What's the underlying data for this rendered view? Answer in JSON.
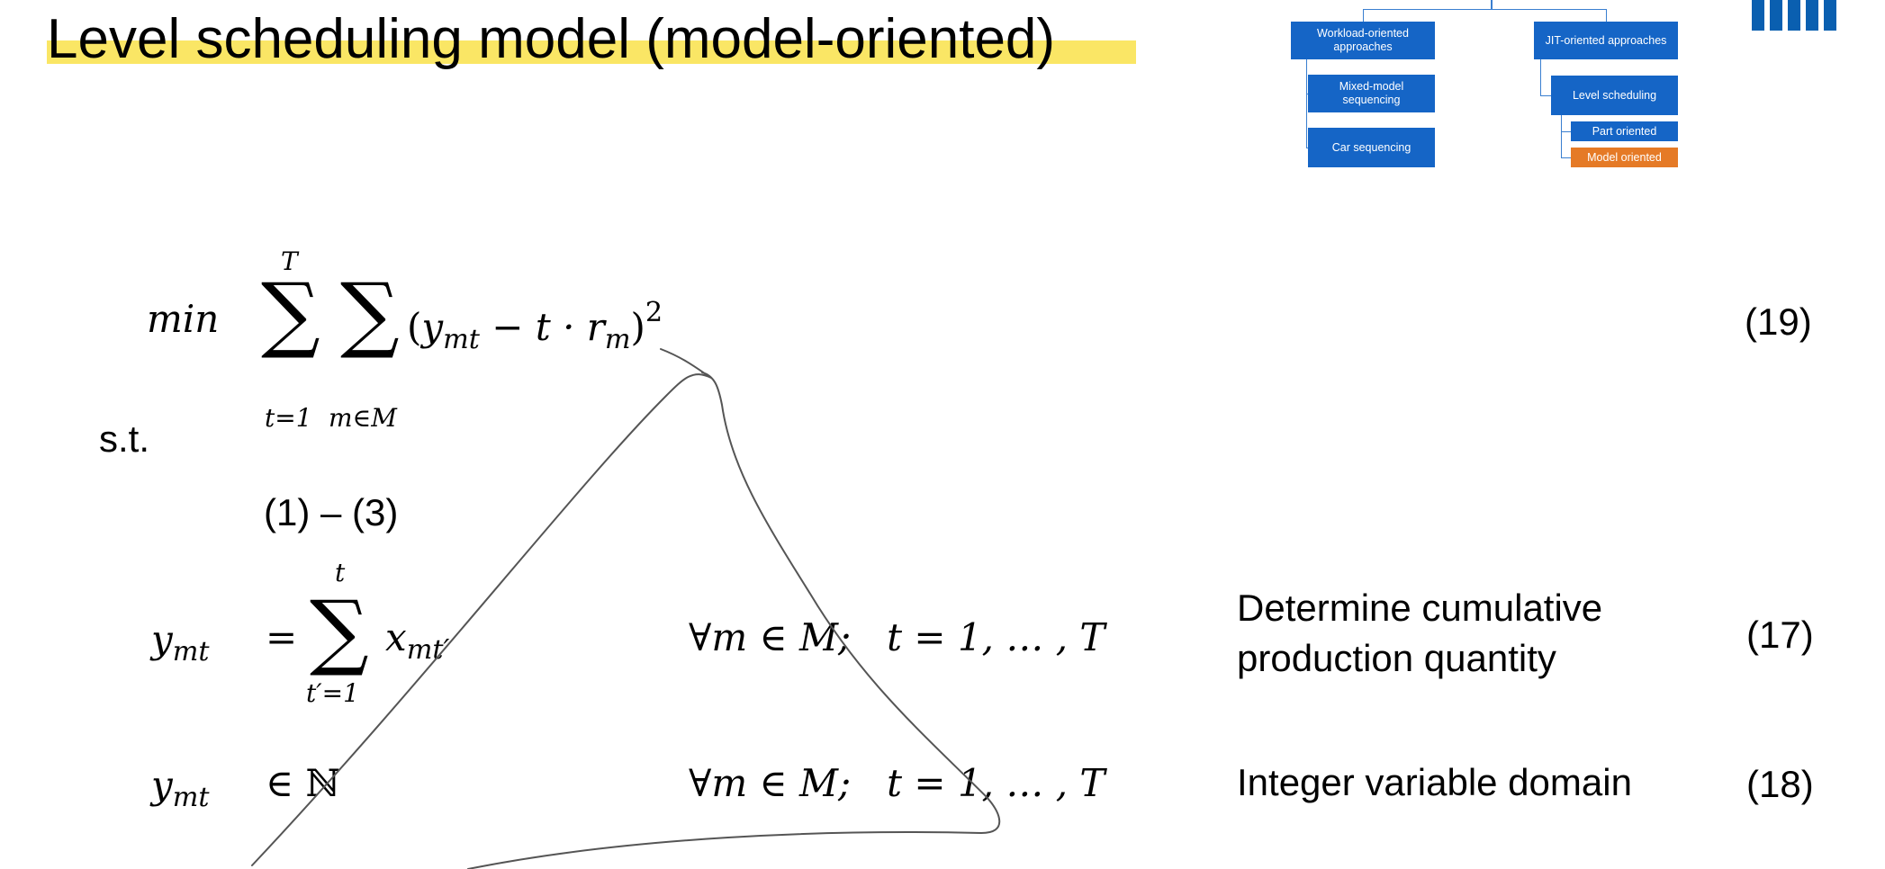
{
  "title": "Level scheduling model (model-oriented)",
  "hierarchy": {
    "workload": "Workload-oriented approaches",
    "mixed_model": "Mixed-model sequencing",
    "car_seq": "Car sequencing",
    "jit": "JIT-oriented approaches",
    "level_sched": "Level scheduling",
    "part_oriented": "Part oriented",
    "model_oriented": "Model oriented"
  },
  "colors": {
    "highlight": "#f9e24a",
    "box_blue": "#1565c6",
    "box_orange": "#e57a26",
    "logo_blue": "#0a5fb0"
  },
  "objective": {
    "min": "min",
    "sum_upper": "T",
    "sum1_lower": "t=1",
    "sum2_lower": "m∈M",
    "y": "y",
    "y_sub": "mt",
    "minus": " − t · r",
    "r_sub": "m",
    "power": "2",
    "number": "(19)"
  },
  "st": "s.t.",
  "ref_constraints": "(1) – (3)",
  "constraint17": {
    "lhs": "y",
    "lhs_sub": "mt",
    "eq": "=",
    "sum_upper": "t",
    "sum_lower": "t′=1",
    "x": "x",
    "x_sub": "mt′",
    "forall": "∀m ∈ M;   t = 1, … , T",
    "desc_line1": "Determine cumulative",
    "desc_line2": "production quantity",
    "number": "(17)"
  },
  "constraint18": {
    "lhs": "y",
    "lhs_sub": "mt",
    "domain": "∈ ℕ",
    "forall": "∀m ∈ M;   t = 1, … , T",
    "desc": "Integer variable domain",
    "number": "(18)"
  }
}
